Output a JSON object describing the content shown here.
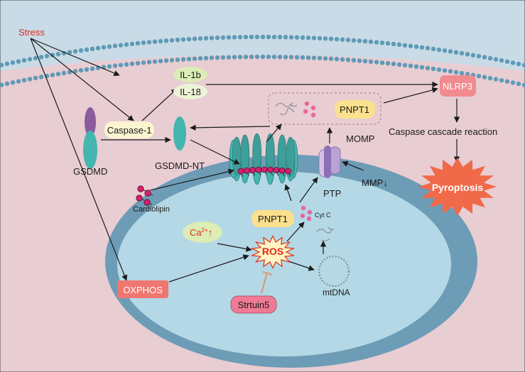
{
  "labels": {
    "stress": "Stress",
    "il1b": "IL-1b",
    "il18": "IL-18",
    "nlrp3": "NLRP3",
    "pnpt1_top": "PNPT1",
    "caspase1": "Caspase-1",
    "gsdmd": "GSDMD",
    "gsdmd_nt": "GSDMD-NT",
    "momp": "MOMP",
    "caspase_cascade": "Caspase cascade reaction",
    "pyroptosis": "Pyroptosis",
    "mmp": "MMP↓",
    "ptp": "PTP",
    "cardiolipin": "Cardiolipin",
    "pnpt1_mid": "PNPT1",
    "cytc": "Cyt C",
    "ca_base": "Ca",
    "ca_sup": "2+",
    "ca_arrow": "↑",
    "ros": "ROS",
    "oxphos": "OXPHOS",
    "mtdna": "mtDNA",
    "sirtuin5": "Strtuin5"
  },
  "colors": {
    "background_top": "#c9dbe6",
    "cytoplasm": "#e8cdd3",
    "membrane_bead": "#5f9ab6",
    "mito_outer": "#6d9cb6",
    "mito_inner": "#b4d8e6",
    "pore": "#45b5b0",
    "nlrp3_fill": "#f28b8f",
    "pnpt1_fill": "#fbe08e",
    "caspase_fill": "#fbf5d2",
    "il_fill": "#dcedb6",
    "stress_text": "#e02a1c",
    "pyroptosis_fill": "#f06a4a",
    "oxphos_fill": "#f07670",
    "sirtuin_fill": "#f07a95",
    "cytc_dots": "#e8679d",
    "ros_text": "#e02a1c"
  }
}
